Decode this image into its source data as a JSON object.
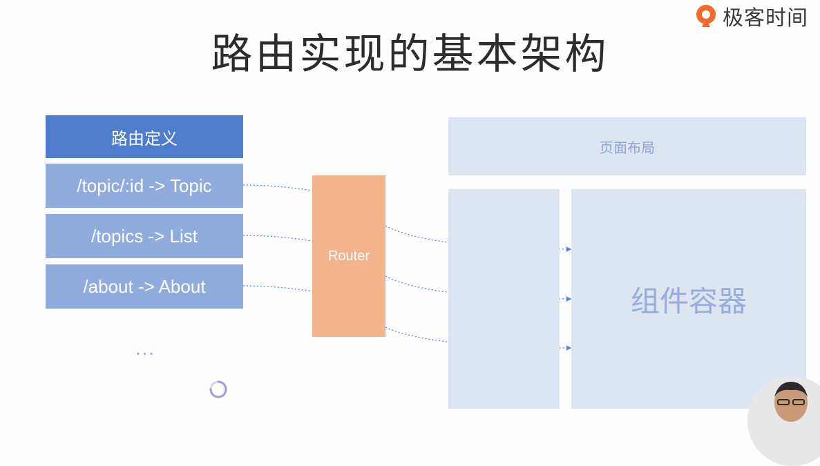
{
  "brand": {
    "name": "极客时间",
    "accent": "#f26a2c"
  },
  "title": "路由实现的基本架构",
  "routes": {
    "header": "路由定义",
    "items": [
      "/topic/:id -> Topic",
      "/topics -> List",
      "/about -> About"
    ],
    "more": "..."
  },
  "router_label": "Router",
  "page_layout_label": "页面布局",
  "container_label": "组件容器",
  "colors": {
    "header_blue": "#4e7dcd",
    "route_blue": "#90acdf",
    "router_orange": "#f3b48b",
    "layout_gray_blue": "#dde5f2",
    "link_blue": "#5b86cf"
  }
}
